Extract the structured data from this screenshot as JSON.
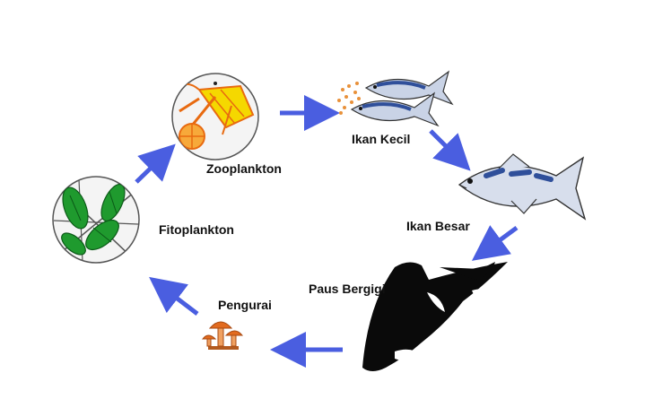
{
  "diagram": {
    "nodes": [
      {
        "id": "zooplankton",
        "label": "Zooplankton",
        "icon": "zooplankton-icon"
      },
      {
        "id": "ikan-kecil",
        "label": "Ikan Kecil",
        "icon": "small-fish-icon"
      },
      {
        "id": "ikan-besar",
        "label": "Ikan Besar",
        "icon": "big-fish-icon"
      },
      {
        "id": "paus-bergigi",
        "label": "Paus Bergigi",
        "icon": "orca-icon"
      },
      {
        "id": "pengurai",
        "label": "Pengurai",
        "icon": "mushroom-icon"
      },
      {
        "id": "fitoplankton",
        "label": "Fitoplankton",
        "icon": "phytoplankton-icon"
      }
    ],
    "edges": [
      {
        "from": "zooplankton",
        "to": "ikan-kecil"
      },
      {
        "from": "ikan-kecil",
        "to": "ikan-besar"
      },
      {
        "from": "ikan-besar",
        "to": "paus-bergigi"
      },
      {
        "from": "paus-bergigi",
        "to": "pengurai"
      },
      {
        "from": "pengurai",
        "to": "fitoplankton"
      },
      {
        "from": "fitoplankton",
        "to": "zooplankton"
      }
    ],
    "colors": {
      "arrow": "#4a5ee0",
      "phytoplankton": "#1f9a2e",
      "zooplankton_fill": "#f5d800",
      "zooplankton_line": "#e86a10",
      "fish_body": "#c9d3e6",
      "fish_stripe": "#2f4f9a",
      "orca": "#0a0a0a",
      "mushroom": "#e26b1f"
    }
  }
}
